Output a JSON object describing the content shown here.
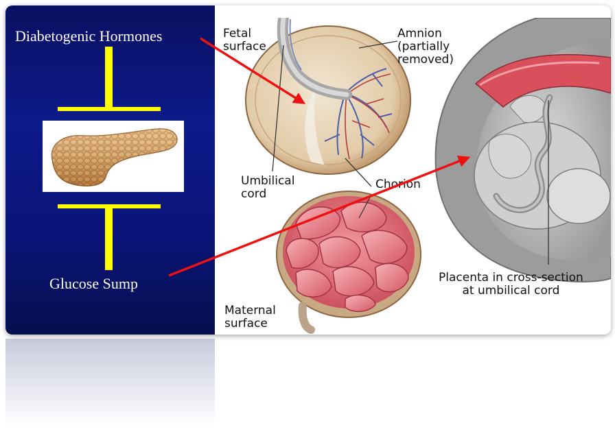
{
  "left": {
    "hormones_label": "Diabetogenic Hormones",
    "sump_label": "Glucose Sump",
    "pancreas_icon": "pancreas-image",
    "symbol_color": "#ffff00"
  },
  "diagram_labels": {
    "fetal_surface": "Fetal\nsurface",
    "amnion": "Amnion\n(partially\nremoved)",
    "umbilical_cord": "Umbilical\ncord",
    "chorion": "Chorion",
    "maternal_surface": "Maternal\nsurface",
    "placenta_cross_section": "Placenta in cross-section\nat umbilical cord"
  },
  "colors": {
    "panel_blue": "#0d1a8a",
    "arrow_red": "#ee1111",
    "placenta_red": "#d94a5a"
  }
}
